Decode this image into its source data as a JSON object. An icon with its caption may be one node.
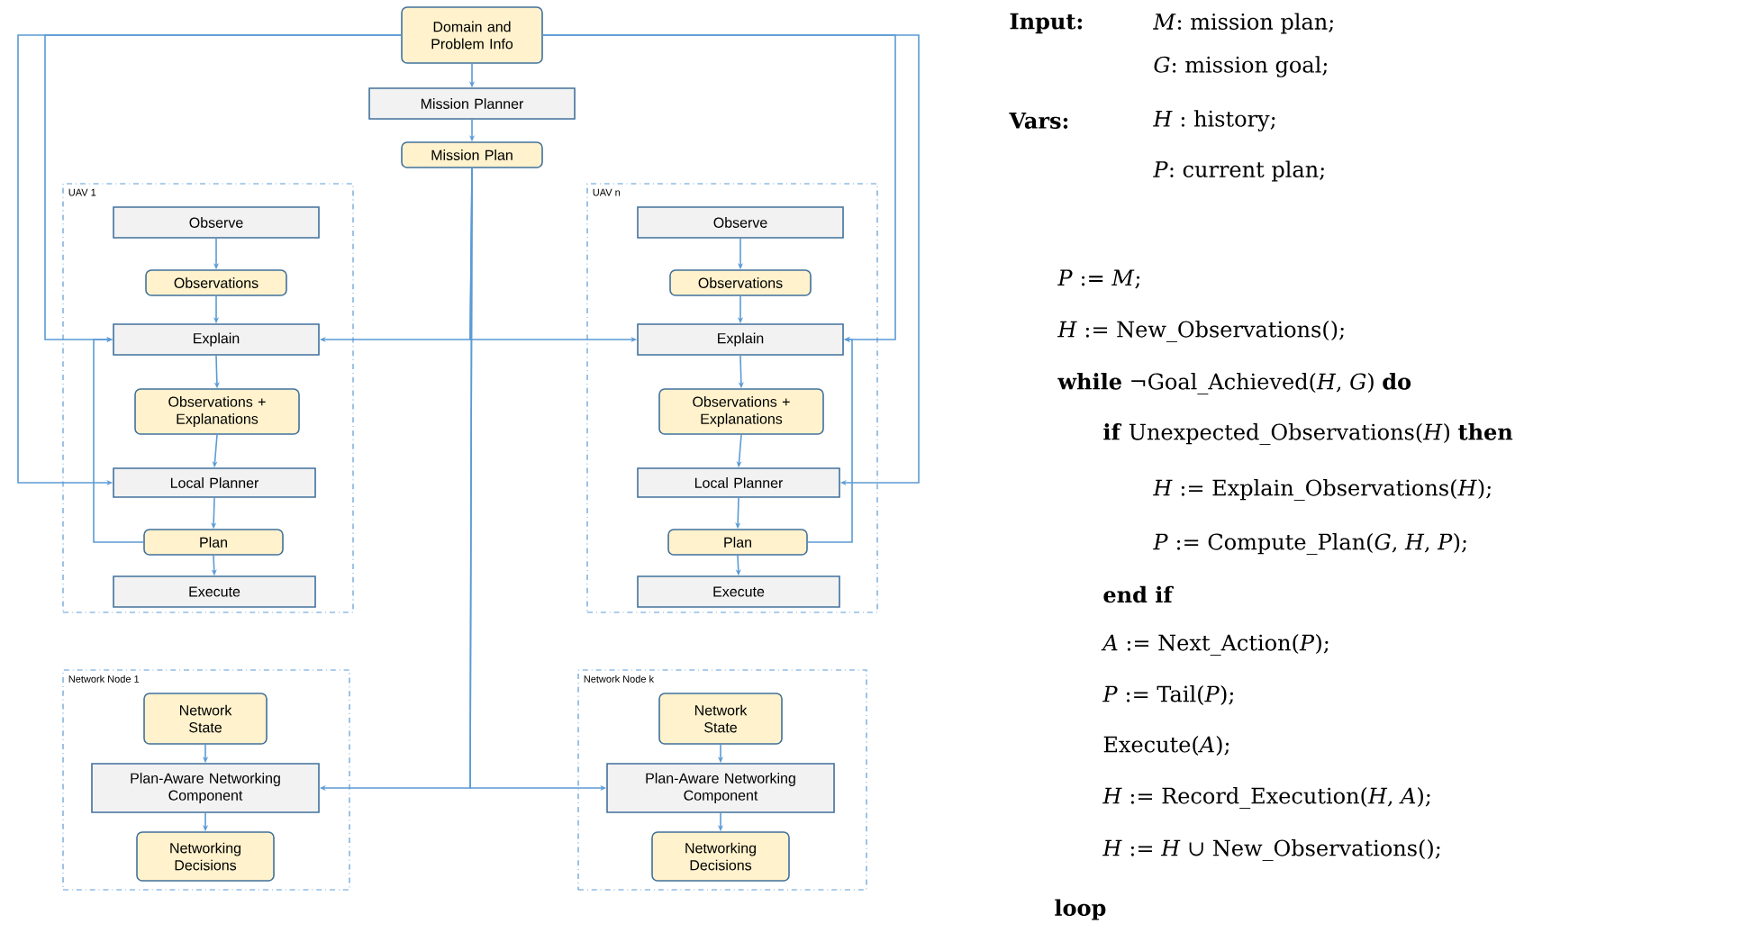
{
  "diagram": {
    "nodes": [
      {
        "text": [
          "Domain and Problem Info"
        ]
      },
      {
        "text": [
          "Mission Planner"
        ]
      },
      {
        "text": [
          "Mission Plan"
        ]
      },
      {
        "text": [
          "UAV 1"
        ]
      },
      {
        "text": [
          "Observe"
        ],
        "in": 3
      },
      {
        "text": [
          "Observations"
        ],
        "in": 3
      },
      {
        "text": [
          "Explain"
        ],
        "in": 3
      },
      {
        "text": [
          "Observations + Explanations"
        ],
        "in": 3
      },
      {
        "text": [
          "Local Planner"
        ],
        "in": 3
      },
      {
        "text": [
          "Plan"
        ],
        "in": 3
      },
      {
        "text": [
          "Execute"
        ],
        "in": 3
      },
      {
        "text": [
          "UAV n"
        ]
      },
      {
        "text": [
          "Observe"
        ],
        "in": 11
      },
      {
        "text": [
          "Observations"
        ],
        "in": 11
      },
      {
        "text": [
          "Explain"
        ],
        "in": 11
      },
      {
        "text": [
          "Observations + Explanations"
        ],
        "in": 11
      },
      {
        "text": [
          "Local Planner"
        ],
        "in": 11
      },
      {
        "text": [
          "Plan"
        ],
        "in": 11
      },
      {
        "text": [
          "Execute"
        ],
        "in": 11
      },
      {
        "text": [
          "Network Node 1"
        ]
      },
      {
        "text": [
          "Network State"
        ],
        "in": 19
      },
      {
        "text": [
          "Plan-Aware Networking Component"
        ],
        "in": 19
      },
      {
        "text": [
          "Networking Decisions"
        ],
        "in": 19
      },
      {
        "text": [
          "Network Node k"
        ]
      },
      {
        "text": [
          "Network State"
        ],
        "in": 23
      },
      {
        "text": [
          "Plan-Aware Networking Component"
        ],
        "in": 23
      },
      {
        "text": [
          "Networking Decisions"
        ],
        "in": 23
      }
    ],
    "edges": [
      {
        "from": 0,
        "to": 1,
        "arrow": "to"
      },
      {
        "from": 1,
        "to": 2,
        "arrow": "to"
      },
      {
        "from": 0,
        "to": 6,
        "arrow": "to"
      },
      {
        "from": 0,
        "to": 8,
        "arrow": "to"
      },
      {
        "from": 0,
        "to": 14,
        "arrow": "to"
      },
      {
        "from": 0,
        "to": 16,
        "arrow": "to"
      },
      {
        "from": 2,
        "to": 6,
        "arrow": "to"
      },
      {
        "from": 2,
        "to": 14,
        "arrow": "to"
      },
      {
        "from": 2,
        "to": 21,
        "arrow": "to"
      },
      {
        "from": 2,
        "to": 25,
        "arrow": "to"
      },
      {
        "from": 4,
        "to": 5,
        "arrow": "to"
      },
      {
        "from": 5,
        "to": 6,
        "arrow": "to"
      },
      {
        "from": 6,
        "to": 7,
        "arrow": "to"
      },
      {
        "from": 7,
        "to": 8,
        "arrow": "to"
      },
      {
        "from": 8,
        "to": 9,
        "arrow": "to"
      },
      {
        "from": 9,
        "to": 10,
        "arrow": "to"
      },
      {
        "from": 9,
        "to": 6,
        "arrow": "to"
      },
      {
        "from": 12,
        "to": 13,
        "arrow": "to"
      },
      {
        "from": 13,
        "to": 14,
        "arrow": "to"
      },
      {
        "from": 14,
        "to": 15,
        "arrow": "to"
      },
      {
        "from": 15,
        "to": 16,
        "arrow": "to"
      },
      {
        "from": 16,
        "to": 17,
        "arrow": "to"
      },
      {
        "from": 17,
        "to": 18,
        "arrow": "to"
      },
      {
        "from": 17,
        "to": 14,
        "arrow": "to"
      },
      {
        "from": 20,
        "to": 21,
        "arrow": "to"
      },
      {
        "from": 21,
        "to": 22,
        "arrow": "to"
      },
      {
        "from": 24,
        "to": 25,
        "arrow": "to"
      },
      {
        "from": 25,
        "to": 26,
        "arrow": "to"
      }
    ],
    "labels": [
      "Input:",
      "*M*: mission plan;",
      "*G*: mission goal;",
      "Vars:",
      "*H* : history;",
      "*P*: current plan;",
      "*P* := *M*;",
      "*H* := New_Observations();",
      "**while** ¬Goal_Achieved(*H*, *G*) **do**",
      "**if** Unexpected_Observations(*H*) **then**",
      "*H* := Explain_Observations(*H*);",
      "*P* := Compute_Plan(*G*, *H*, *P*);",
      "end if",
      "*A* := Next_Action(*P*);",
      "*P* := Tail(*P*);",
      "Execute(*A*);",
      "*H* := Record_Execution(*H*, *A*);",
      "*H* := *H* ∪ New_Observations();",
      "loop"
    ]
  }
}
